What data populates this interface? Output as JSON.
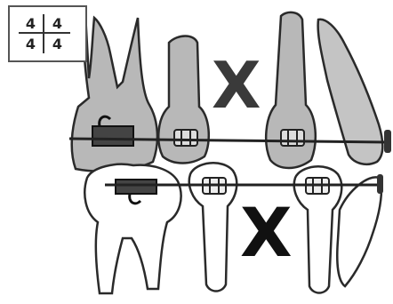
{
  "quadrant_box": {
    "upper_left": "4",
    "upper_right": "4",
    "lower_left": "4",
    "lower_right": "4"
  },
  "extraction_marks": {
    "upper": "X",
    "lower": "X"
  },
  "colors": {
    "tooth_upper_fill": "#b8b8b8",
    "tooth_lower_fill": "#ffffff",
    "outline": "#2a2a2a",
    "archwire": "#222222"
  }
}
